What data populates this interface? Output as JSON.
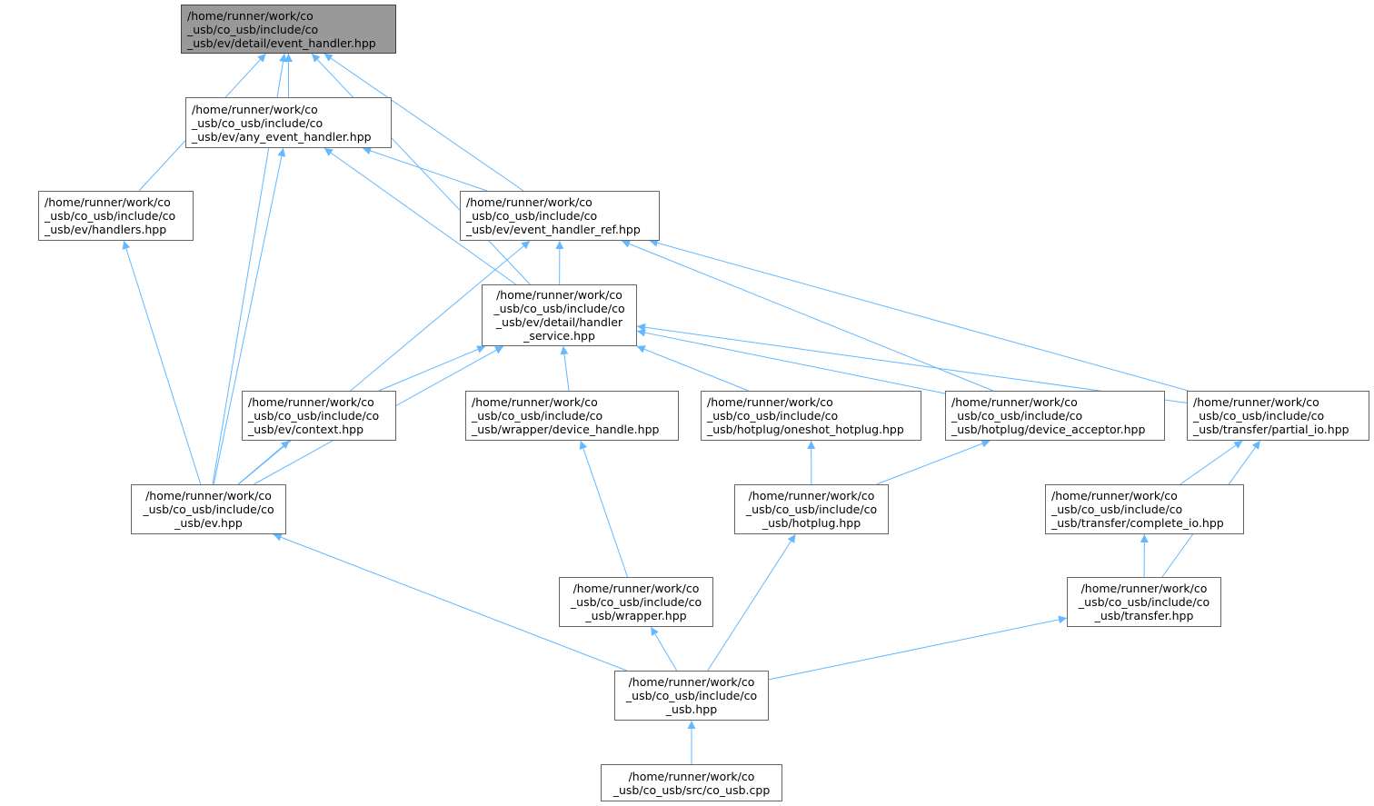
{
  "diagram": {
    "edge_color": "#63b8ff",
    "root_fill": "#999999",
    "node_border": "#666666",
    "nodes": [
      {
        "id": "event_handler",
        "lines": [
          "/home/runner/work/co",
          "_usb/co_usb/include/co",
          "_usb/ev/detail/event_handler.hpp"
        ]
      },
      {
        "id": "any_event_handler",
        "lines": [
          "/home/runner/work/co",
          "_usb/co_usb/include/co",
          "_usb/ev/any_event_handler.hpp"
        ]
      },
      {
        "id": "handlers",
        "lines": [
          "/home/runner/work/co",
          "_usb/co_usb/include/co",
          "_usb/ev/handlers.hpp"
        ]
      },
      {
        "id": "event_handler_ref",
        "lines": [
          "/home/runner/work/co",
          "_usb/co_usb/include/co",
          "_usb/ev/event_handler_ref.hpp"
        ]
      },
      {
        "id": "handler_service",
        "lines": [
          "/home/runner/work/co",
          "_usb/co_usb/include/co",
          "_usb/ev/detail/handler",
          "_service.hpp"
        ]
      },
      {
        "id": "context",
        "lines": [
          "/home/runner/work/co",
          "_usb/co_usb/include/co",
          "_usb/ev/context.hpp"
        ]
      },
      {
        "id": "device_handle",
        "lines": [
          "/home/runner/work/co",
          "_usb/co_usb/include/co",
          "_usb/wrapper/device_handle.hpp"
        ]
      },
      {
        "id": "oneshot_hotplug",
        "lines": [
          "/home/runner/work/co",
          "_usb/co_usb/include/co",
          "_usb/hotplug/oneshot_hotplug.hpp"
        ]
      },
      {
        "id": "device_acceptor",
        "lines": [
          "/home/runner/work/co",
          "_usb/co_usb/include/co",
          "_usb/hotplug/device_acceptor.hpp"
        ]
      },
      {
        "id": "partial_io",
        "lines": [
          "/home/runner/work/co",
          "_usb/co_usb/include/co",
          "_usb/transfer/partial_io.hpp"
        ]
      },
      {
        "id": "ev",
        "lines": [
          "/home/runner/work/co",
          "_usb/co_usb/include/co",
          "_usb/ev.hpp"
        ]
      },
      {
        "id": "hotplug",
        "lines": [
          "/home/runner/work/co",
          "_usb/co_usb/include/co",
          "_usb/hotplug.hpp"
        ]
      },
      {
        "id": "complete_io",
        "lines": [
          "/home/runner/work/co",
          "_usb/co_usb/include/co",
          "_usb/transfer/complete_io.hpp"
        ]
      },
      {
        "id": "wrapper",
        "lines": [
          "/home/runner/work/co",
          "_usb/co_usb/include/co",
          "_usb/wrapper.hpp"
        ]
      },
      {
        "id": "transfer",
        "lines": [
          "/home/runner/work/co",
          "_usb/co_usb/include/co",
          "_usb/transfer.hpp"
        ]
      },
      {
        "id": "co_usb_hpp",
        "lines": [
          "/home/runner/work/co",
          "_usb/co_usb/include/co",
          "_usb.hpp"
        ]
      },
      {
        "id": "co_usb_cpp",
        "lines": [
          "/home/runner/work/co",
          "_usb/co_usb/src/co_usb.cpp"
        ]
      }
    ],
    "edges": [
      {
        "from": "any_event_handler",
        "to": "event_handler"
      },
      {
        "from": "handlers",
        "to": "event_handler"
      },
      {
        "from": "ev",
        "to": "event_handler"
      },
      {
        "from": "event_handler_ref",
        "to": "event_handler"
      },
      {
        "from": "handler_service",
        "to": "event_handler"
      },
      {
        "from": "event_handler_ref",
        "to": "any_event_handler"
      },
      {
        "from": "handler_service",
        "to": "any_event_handler"
      },
      {
        "from": "ev",
        "to": "any_event_handler"
      },
      {
        "from": "ev",
        "to": "handlers"
      },
      {
        "from": "handler_service",
        "to": "event_handler_ref"
      },
      {
        "from": "ev",
        "to": "event_handler_ref"
      },
      {
        "from": "device_acceptor",
        "to": "event_handler_ref"
      },
      {
        "from": "partial_io",
        "to": "event_handler_ref"
      },
      {
        "from": "context",
        "to": "handler_service"
      },
      {
        "from": "ev",
        "to": "handler_service"
      },
      {
        "from": "device_handle",
        "to": "handler_service"
      },
      {
        "from": "oneshot_hotplug",
        "to": "handler_service"
      },
      {
        "from": "device_acceptor",
        "to": "handler_service"
      },
      {
        "from": "partial_io",
        "to": "handler_service"
      },
      {
        "from": "ev",
        "to": "context"
      },
      {
        "from": "wrapper",
        "to": "device_handle"
      },
      {
        "from": "hotplug",
        "to": "oneshot_hotplug"
      },
      {
        "from": "hotplug",
        "to": "device_acceptor"
      },
      {
        "from": "complete_io",
        "to": "partial_io"
      },
      {
        "from": "transfer",
        "to": "partial_io"
      },
      {
        "from": "co_usb_hpp",
        "to": "ev"
      },
      {
        "from": "co_usb_hpp",
        "to": "hotplug"
      },
      {
        "from": "transfer",
        "to": "complete_io"
      },
      {
        "from": "co_usb_hpp",
        "to": "wrapper"
      },
      {
        "from": "co_usb_hpp",
        "to": "transfer"
      },
      {
        "from": "co_usb_cpp",
        "to": "co_usb_hpp"
      }
    ]
  }
}
